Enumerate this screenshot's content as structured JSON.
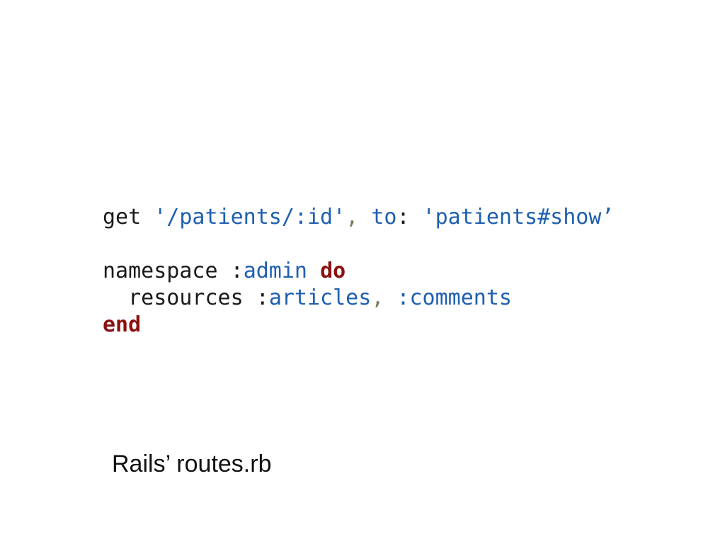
{
  "code": {
    "line1": {
      "method": "get",
      "path": "'/patients/:id'",
      "comma": ",",
      "option_key": "to",
      "colon": ":",
      "target": "'patients#show’"
    },
    "line3": {
      "method": "namespace",
      "symbol_prefix": ":",
      "symbol": "admin",
      "keyword": "do"
    },
    "line4": {
      "indent": "  ",
      "method": "resources",
      "symbol1_prefix": ":",
      "symbol1": "articles",
      "comma": ",",
      "symbol2": ":comments"
    },
    "line5": {
      "keyword": "end"
    }
  },
  "caption": "Rails’ routes.rb",
  "colors": {
    "string": "#1f5fb0",
    "keyword": "#8b1010",
    "punct": "#7a7a5a",
    "plain": "#1a1a1a"
  }
}
